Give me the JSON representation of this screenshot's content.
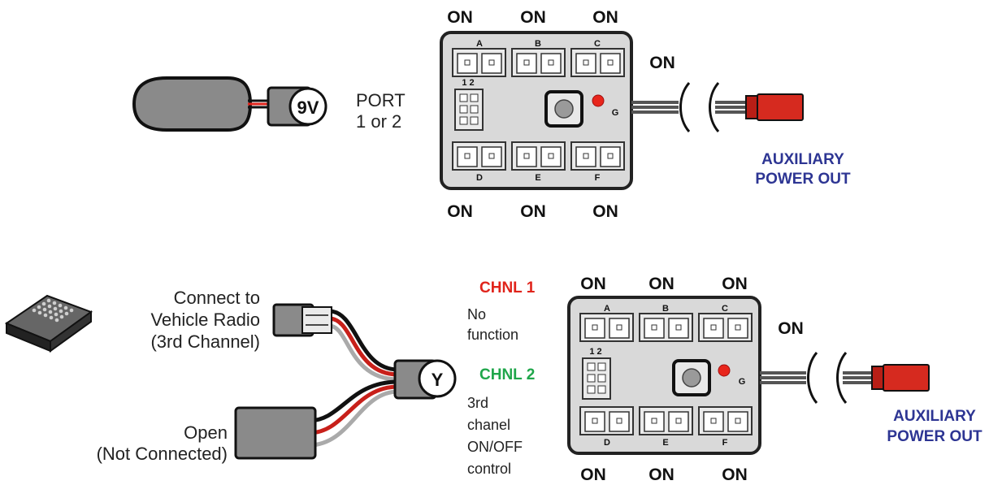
{
  "top": {
    "battery_label": "9V",
    "port_line1": "PORT",
    "port_line2": "1 or 2",
    "port_pin_label": "1 2",
    "on_labels_top": [
      "ON",
      "ON",
      "ON"
    ],
    "on_labels_bottom": [
      "ON",
      "ON",
      "ON"
    ],
    "on_right": "ON",
    "ports_top": [
      "A",
      "B",
      "C"
    ],
    "ports_bottom": [
      "D",
      "E",
      "F"
    ],
    "led_label": "G",
    "aux_line1": "AUXILIARY",
    "aux_line2": "POWER OUT"
  },
  "bottom": {
    "radio_line1": "Connect to",
    "radio_line2": "Vehicle Radio",
    "radio_line3": "(3rd Channel)",
    "open_line1": "Open",
    "open_line2": "(Not Connected)",
    "y_label": "Y",
    "chnl1": "CHNL 1",
    "chnl1_desc_line1": "No",
    "chnl1_desc_line2": "function",
    "chnl2": "CHNL 2",
    "chnl2_desc_line1": "3rd",
    "chnl2_desc_line2": "chanel",
    "chnl2_desc_line3": "ON/OFF",
    "chnl2_desc_line4": "control",
    "port_pin_label": "1 2",
    "on_labels_top": [
      "ON",
      "ON",
      "ON"
    ],
    "on_labels_bottom": [
      "ON",
      "ON",
      "ON"
    ],
    "on_right": "ON",
    "ports_top": [
      "A",
      "B",
      "C"
    ],
    "ports_bottom": [
      "D",
      "E",
      "F"
    ],
    "led_label": "G",
    "aux_line1": "AUXILIARY",
    "aux_line2": "POWER OUT"
  },
  "colors": {
    "aux_text": "#2d3593",
    "chnl1": "#e0241b",
    "chnl2": "#1fa64a",
    "led": "#e8261c",
    "connector_red": "#d62a1f",
    "box_fill": "#d9d9d9",
    "box_border": "#222222"
  }
}
